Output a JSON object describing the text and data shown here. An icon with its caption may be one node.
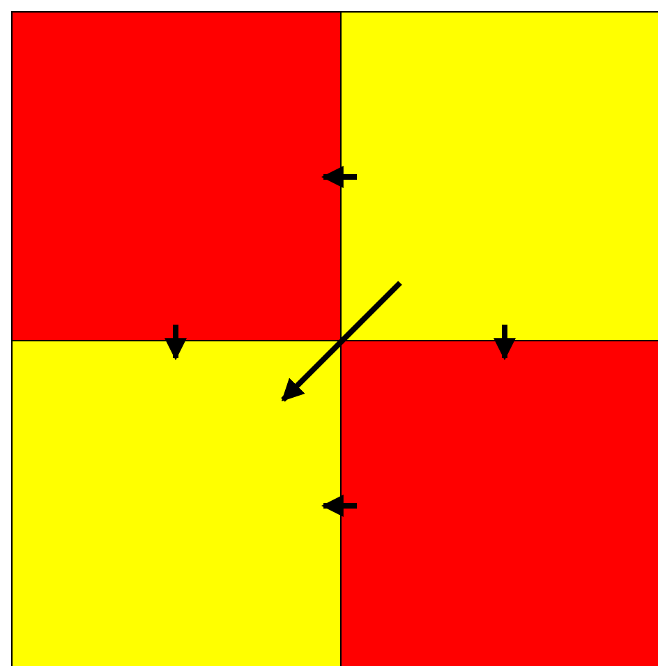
{
  "diagram": {
    "nodes": [
      {
        "text": [],
        "shape": "box"
      },
      {
        "text": [],
        "shape": "box"
      },
      {
        "text": [],
        "shape": "box"
      },
      {
        "text": [],
        "shape": "box"
      }
    ],
    "edges": [
      {
        "from": 1,
        "to": 0,
        "arrow": "to"
      },
      {
        "from": 0,
        "to": 2,
        "arrow": "to"
      },
      {
        "from": 1,
        "to": 3,
        "arrow": "to"
      },
      {
        "from": 1,
        "to": 2,
        "arrow": "to"
      },
      {
        "from": 3,
        "to": 2,
        "arrow": "to"
      }
    ]
  }
}
